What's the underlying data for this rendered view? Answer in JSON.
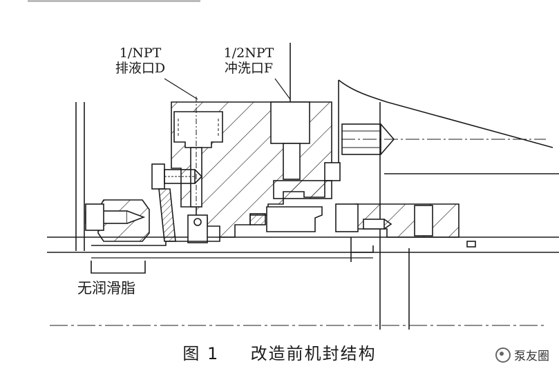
{
  "labels": {
    "drain_port_thread": "1/NPT",
    "drain_port_name": "排液口D",
    "flush_port_thread": "1/2NPT",
    "flush_port_name": "冲洗口F",
    "no_grease": "无润滑脂"
  },
  "caption": {
    "figure_no": "图 1",
    "title": "改造前机封结构"
  },
  "watermark": {
    "text": "泵友圈",
    "icon": "wechat-channel-icon"
  }
}
